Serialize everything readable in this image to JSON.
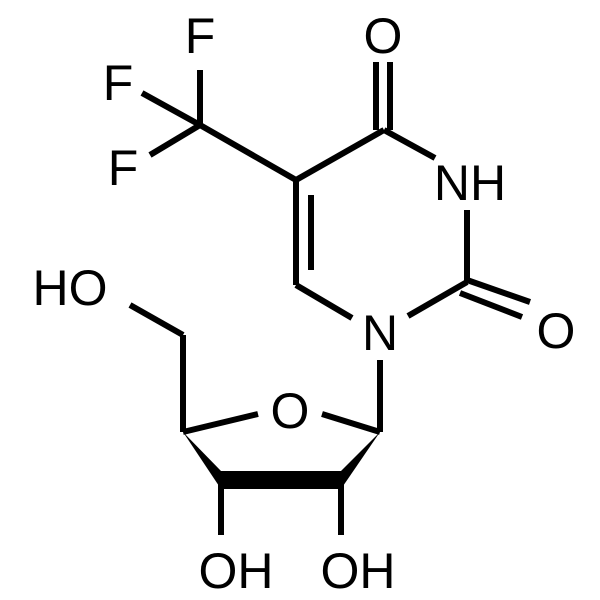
{
  "atoms": {
    "f_top": "F",
    "f_middle": "F",
    "f_bottom": "F",
    "o_top": "O",
    "nh": "NH",
    "o_right": "O",
    "n_ring": "N",
    "ho_left": "HO",
    "o_furanose": "O",
    "oh_bottom_left": "OH",
    "oh_bottom_right": "OH"
  }
}
